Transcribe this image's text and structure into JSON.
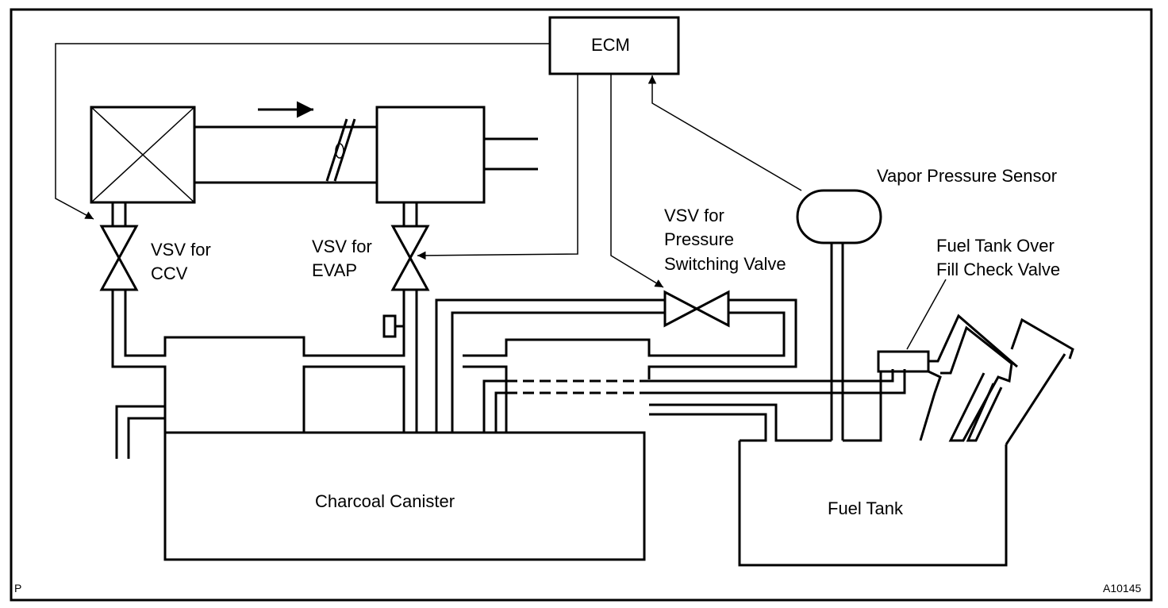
{
  "diagram": {
    "labels": {
      "ecm": "ECM",
      "vsv_ccv": [
        "VSV for",
        "CCV"
      ],
      "vsv_evap": [
        "VSV for",
        "EVAP"
      ],
      "vsv_psv": [
        "VSV for",
        "Pressure",
        "Switching Valve"
      ],
      "vapor_sensor": "Vapor Pressure Sensor",
      "fill_check": [
        "Fuel Tank Over",
        "Fill Check Valve"
      ],
      "canister": "Charcoal Canister",
      "fuel_tank": "Fuel Tank",
      "corner_mark": "P",
      "figure_id": "A10145"
    },
    "colors": {
      "line": "#000000",
      "background": "#ffffff"
    }
  }
}
